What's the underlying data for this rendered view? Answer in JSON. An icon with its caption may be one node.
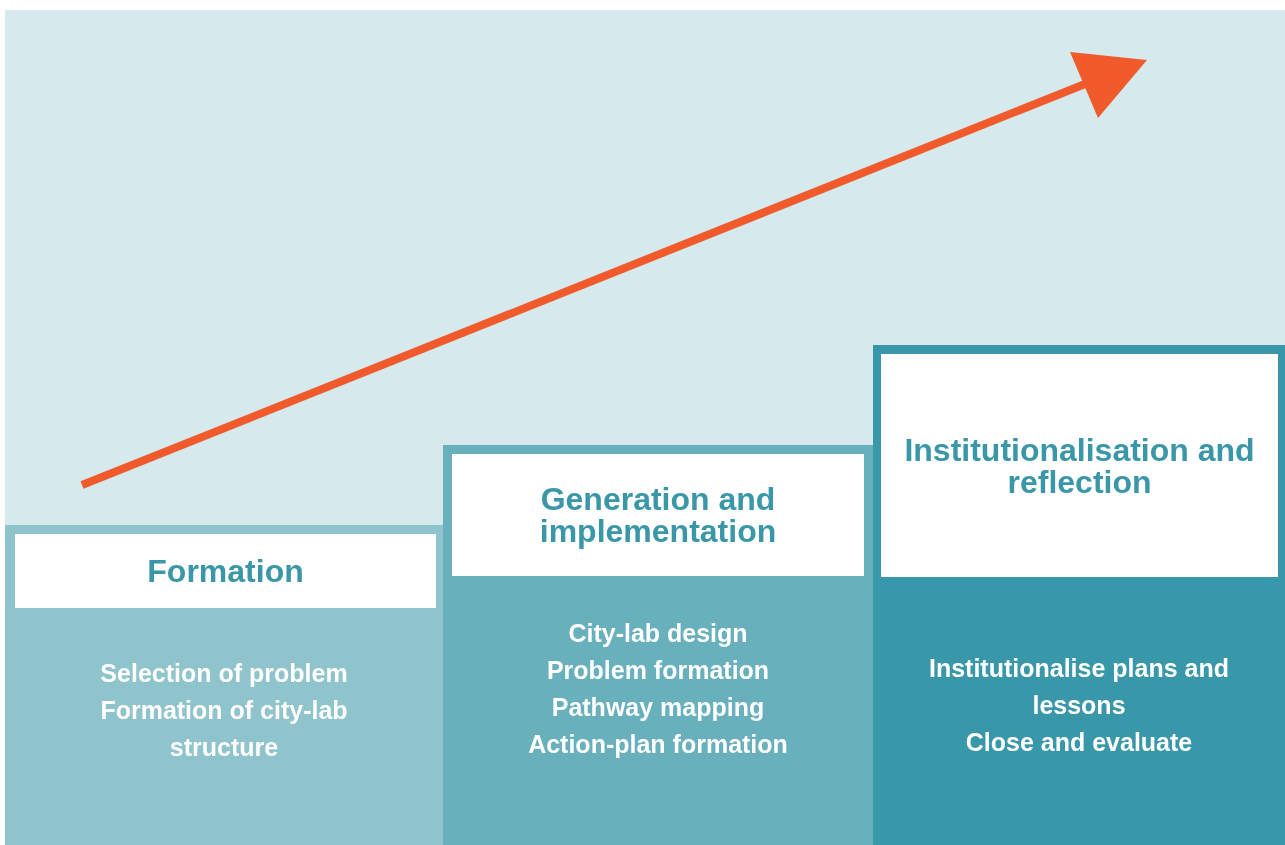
{
  "diagram": {
    "nodes": [
      {
        "text": [
          "Selection of problem",
          "Formation of city-lab structure"
        ]
      },
      {
        "text": [
          "Formation"
        ],
        "in": 0
      },
      {
        "text": [
          "City-lab design",
          "Problem formation",
          "Pathway mapping",
          "Action-plan formation"
        ]
      },
      {
        "text": [
          "Generation and implementation"
        ],
        "in": 2
      },
      {
        "text": [
          "Institutionalise plans and lessons",
          "Close and evaluate"
        ]
      },
      {
        "text": [
          "Institutionalisation and reflection"
        ],
        "in": 4
      }
    ]
  }
}
